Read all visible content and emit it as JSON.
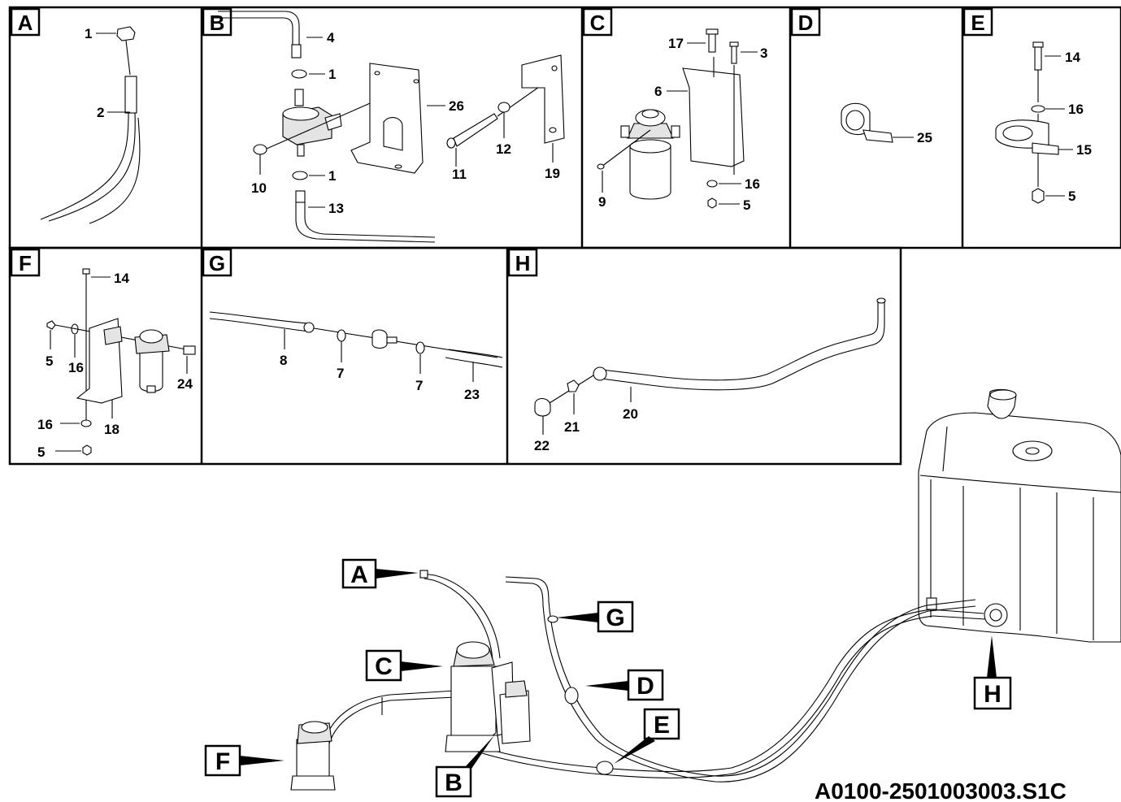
{
  "panels": [
    {
      "id": "A",
      "labels": [
        "1",
        "2"
      ]
    },
    {
      "id": "B",
      "labels": [
        "4",
        "1",
        "26",
        "12",
        "10",
        "11",
        "19",
        "1",
        "13"
      ]
    },
    {
      "id": "C",
      "labels": [
        "17",
        "3",
        "6",
        "16",
        "9",
        "5"
      ]
    },
    {
      "id": "D",
      "labels": [
        "25"
      ]
    },
    {
      "id": "E",
      "labels": [
        "14",
        "16",
        "15",
        "5"
      ]
    },
    {
      "id": "F",
      "labels": [
        "14",
        "5",
        "16",
        "24",
        "18",
        "16",
        "5"
      ]
    },
    {
      "id": "G",
      "labels": [
        "8",
        "7",
        "7",
        "23"
      ]
    },
    {
      "id": "H",
      "labels": [
        "20",
        "21",
        "22"
      ]
    }
  ],
  "callouts": [
    "A",
    "G",
    "C",
    "D",
    "E",
    "F",
    "B",
    "H"
  ],
  "reference": "A0100-2501003003.S1C"
}
